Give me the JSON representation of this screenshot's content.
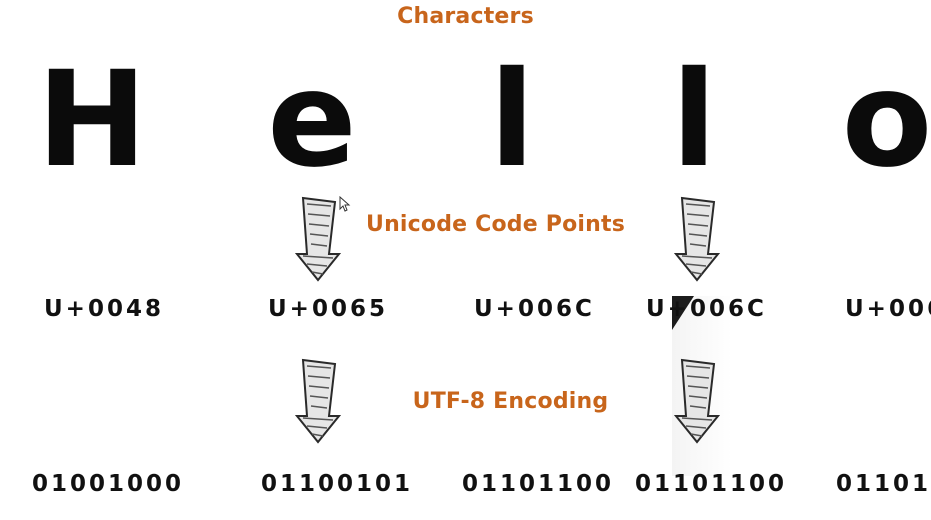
{
  "labels": {
    "characters": "Characters",
    "code_points": "Unicode Code Points",
    "encoding": "UTF-8 Encoding"
  },
  "characters": [
    "H",
    "e",
    "l",
    "l",
    "o"
  ],
  "code_points": [
    "U+0048",
    "U+0065",
    "U+006C",
    "U+006C",
    "U+006"
  ],
  "binary": [
    "01001000",
    "01100101",
    "01101100",
    "01101100",
    "01101"
  ],
  "colors": {
    "accent": "#c8651b",
    "text": "#111111"
  }
}
